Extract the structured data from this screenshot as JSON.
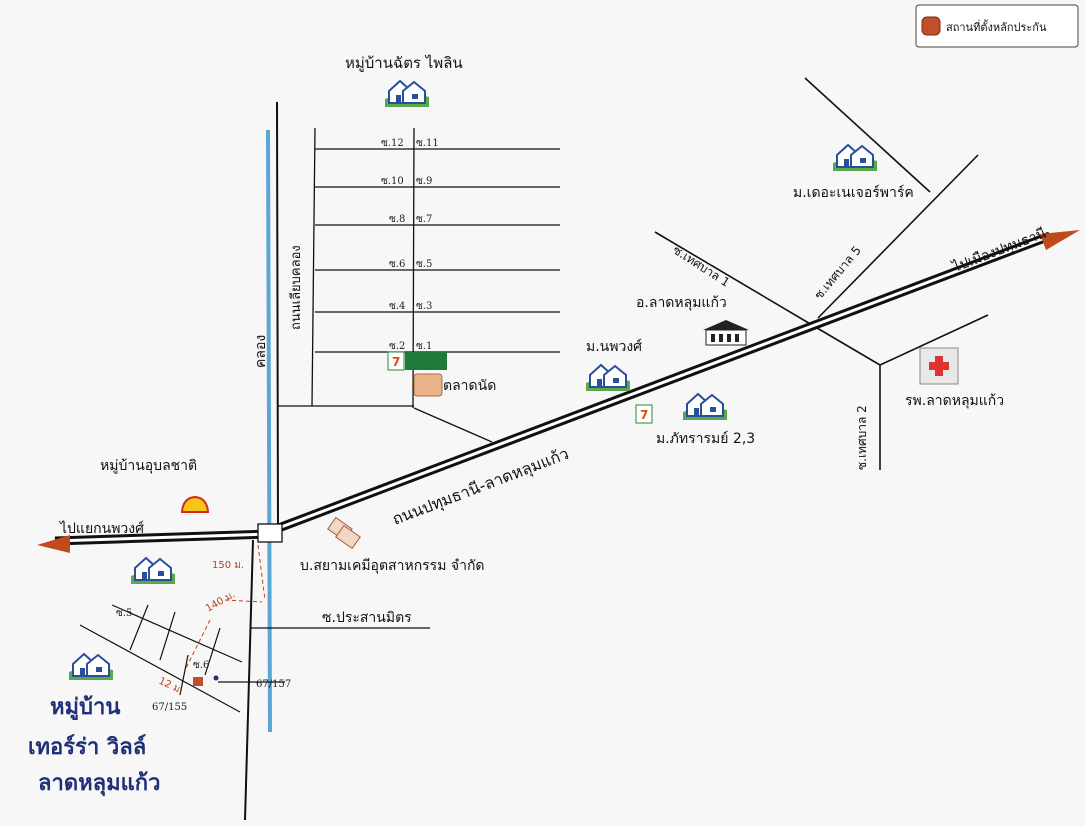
{
  "legend": {
    "label": "สถานที่ตั้งหลักประกัน",
    "marker_color": "#c0502a"
  },
  "colors": {
    "canal": "#5aa6d4",
    "main_road": "#111111",
    "arrow": "#c04a1c",
    "house_green": "#5aa84a",
    "house_blue": "#2a4f9a",
    "target_text": "#1f2f78",
    "dim_red": "#b5421c"
  },
  "places": {
    "village_chatra": "หมู่บ้านฉัตร ไพลิน",
    "khlong": "คลอง",
    "road_khlong": "ถนนเลียบคลอง",
    "market": "ตลาดนัด",
    "nopphawong": "ม.นพวงศ์",
    "amphoe": "อ.ลาดหลุมแก้ว",
    "pattharam": "ม.ภัทรารมย์ 2,3",
    "nature_park": "ม.เดอะเนเจอร์พาร์ค",
    "hospital": "รพ.ลาดหลุมแก้ว",
    "main_road": "ถนนปทุมธานี-ลาดหลุมแก้ว",
    "to_pathum": "ไปเมืองปทุมธานี",
    "to_nopphawong": "ไปแยกนพวงศ์",
    "ubonchat": "หมู่บ้านอุบลชาติ",
    "factory": "บ.สยามเคมีอุตสาหกรรม จำกัด",
    "soi_prasan": "ซ.ประสานมิตร",
    "soi_tessaban1": "ซ.เทศบาล 1",
    "soi_tessaban2": "ซ.เทศบาล 2",
    "soi_tessaban5": "ซ.เทศบาล 5",
    "target_line1": "หมู่บ้าน",
    "target_line2": "เทอร์ร่า วิลล์",
    "target_line3": "ลาดหลุมแก้ว",
    "store_label": "7"
  },
  "soi_left": [
    "ซ.12",
    "ซ.10",
    "ซ.8",
    "ซ.6",
    "ซ.4",
    "ซ.2"
  ],
  "soi_right": [
    "ซ.11",
    "ซ.9",
    "ซ.7",
    "ซ.5",
    "ซ.3",
    "ซ.1"
  ],
  "dims": {
    "d150": "150 ม.",
    "d140": "140 ม.",
    "d12": "12 ม."
  },
  "addresses": {
    "a1": "67/157",
    "a2": "67/155",
    "s5": "ซ.5",
    "s6": "ซ.6"
  }
}
